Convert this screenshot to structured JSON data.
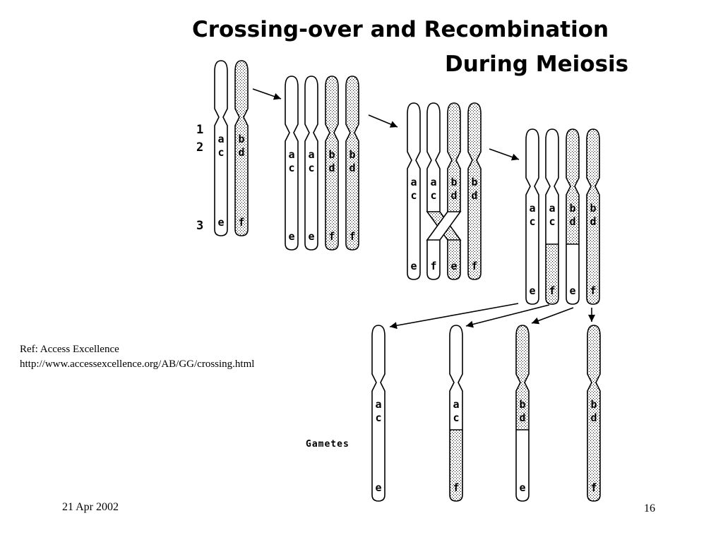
{
  "slide": {
    "title_line1": "Crossing-over and Recombination",
    "title_line2": "During Meiosis",
    "reference_line1": "Ref: Access Excellence",
    "reference_line2": "http://www.accessexcellence.org/AB/GG/crossing.html",
    "date": "21 Apr 2002",
    "page_number": "16"
  },
  "diagram": {
    "locus_labels": [
      "1",
      "2",
      "3"
    ],
    "gametes_label": "Gametes",
    "colors": {
      "outline": "#000000",
      "fill": "#ffffff",
      "stipple": "#000000"
    },
    "stages": [
      {
        "name": "homologous-pair",
        "chromosomes": [
          {
            "pattern": "plain",
            "alleles": [
              "a",
              "c",
              "e"
            ]
          },
          {
            "pattern": "dotted",
            "alleles": [
              "b",
              "d",
              "f"
            ]
          }
        ]
      },
      {
        "name": "replicated",
        "chromosomes": [
          {
            "pattern": "plain",
            "alleles": [
              "a",
              "c",
              "e"
            ]
          },
          {
            "pattern": "plain",
            "alleles": [
              "a",
              "c",
              "e"
            ]
          },
          {
            "pattern": "dotted",
            "alleles": [
              "b",
              "d",
              "f"
            ]
          },
          {
            "pattern": "dotted",
            "alleles": [
              "b",
              "d",
              "f"
            ]
          }
        ]
      },
      {
        "name": "crossing-over",
        "chromosomes": [
          {
            "pattern": "plain",
            "alleles": [
              "a",
              "c",
              "e"
            ]
          },
          {
            "pattern": "plain-top-dotted-bottom",
            "alleles": [
              "a",
              "c",
              "f"
            ]
          },
          {
            "pattern": "dotted-top-plain-bottom",
            "alleles": [
              "b",
              "d",
              "e"
            ]
          },
          {
            "pattern": "dotted",
            "alleles": [
              "b",
              "d",
              "f"
            ]
          }
        ]
      },
      {
        "name": "recombined",
        "chromosomes": [
          {
            "pattern": "plain",
            "alleles": [
              "a",
              "c",
              "e"
            ]
          },
          {
            "pattern": "plain-top-dotted-bottom",
            "alleles": [
              "a",
              "c",
              "f"
            ]
          },
          {
            "pattern": "dotted-top-plain-bottom",
            "alleles": [
              "b",
              "d",
              "e"
            ]
          },
          {
            "pattern": "dotted",
            "alleles": [
              "b",
              "d",
              "f"
            ]
          }
        ]
      },
      {
        "name": "gametes",
        "chromosomes": [
          {
            "pattern": "plain",
            "alleles": [
              "a",
              "c",
              "e"
            ]
          },
          {
            "pattern": "plain-top-dotted-bottom",
            "alleles": [
              "a",
              "c",
              "f"
            ]
          },
          {
            "pattern": "dotted-top-plain-bottom",
            "alleles": [
              "b",
              "d",
              "e"
            ]
          },
          {
            "pattern": "dotted",
            "alleles": [
              "b",
              "d",
              "f"
            ]
          }
        ]
      }
    ]
  }
}
